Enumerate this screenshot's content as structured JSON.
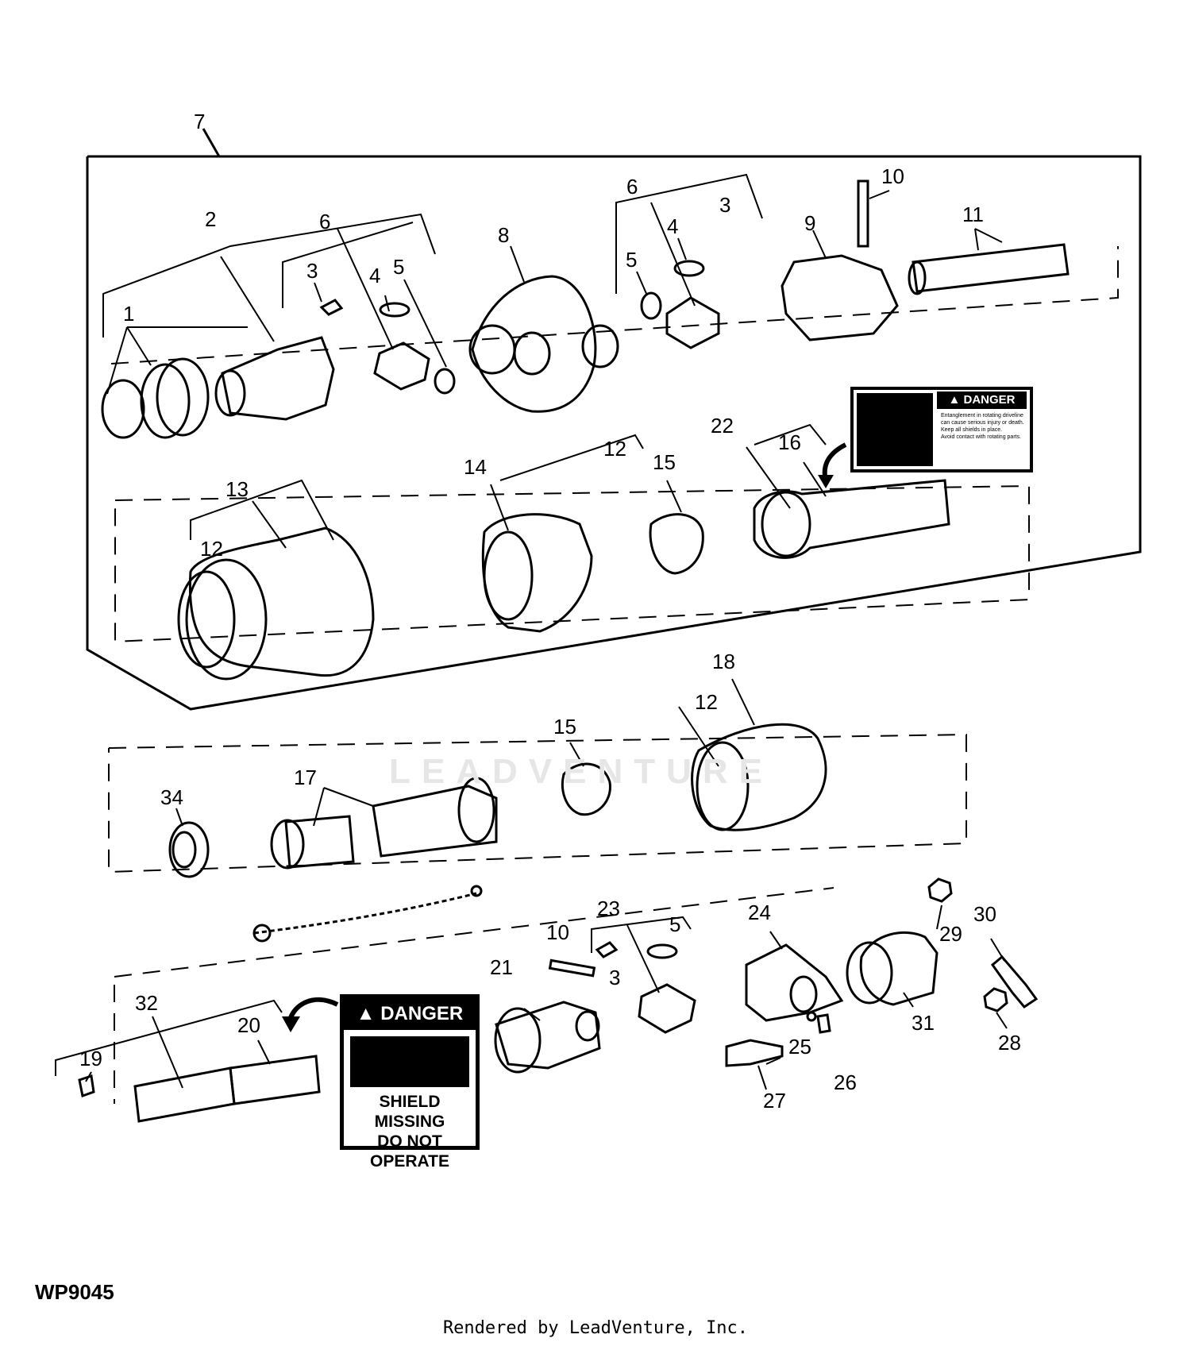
{
  "figure_id": "WP9045",
  "footer": "Rendered by LeadVenture, Inc.",
  "watermark": "LEADVENTURE",
  "callouts": [
    "7",
    "2",
    "1",
    "6",
    "3",
    "4",
    "5",
    "8",
    "6",
    "4",
    "3",
    "5",
    "9",
    "10",
    "11",
    "13",
    "12",
    "14",
    "12",
    "15",
    "22",
    "16",
    "18",
    "12",
    "15",
    "34",
    "17",
    "23",
    "5",
    "10",
    "3",
    "21",
    "24",
    "29",
    "30",
    "31",
    "28",
    "32",
    "20",
    "19",
    "25",
    "26",
    "27"
  ],
  "decal_top": {
    "header": "DANGER",
    "lines": [
      "Entanglement in rotating driveline can cause serious injury or death.",
      "Keep all shields in place.",
      "Avoid contact with rotating parts."
    ]
  },
  "decal_bottom": {
    "header": "DANGER",
    "line1": "SHIELD MISSING",
    "line2": "DO NOT OPERATE"
  }
}
